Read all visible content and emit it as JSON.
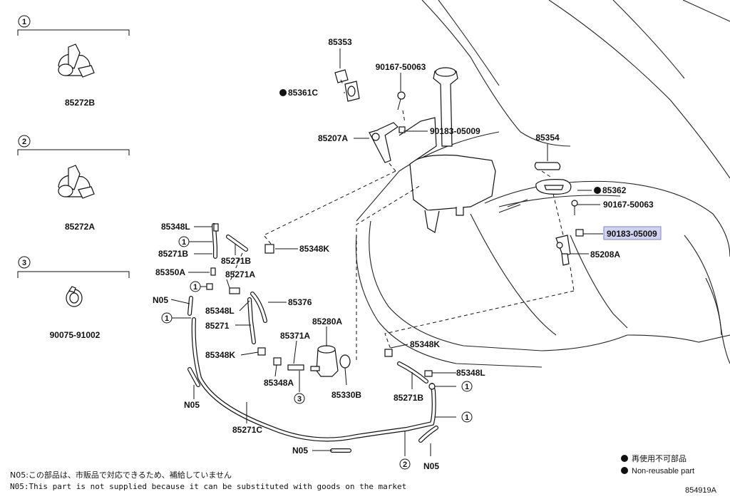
{
  "left_panel": {
    "groups": [
      {
        "index": "1",
        "part": "85272B"
      },
      {
        "index": "2",
        "part": "85272A"
      },
      {
        "index": "3",
        "part": "90075-91002"
      }
    ]
  },
  "labels": {
    "p85353": "85353",
    "p90167_top": "90167-50063",
    "p85361C": "85361C",
    "p90183_top": "90183-05009",
    "p85207A": "85207A",
    "p85354": "85354",
    "p85362": "85362",
    "p90167_right": "90167-50063",
    "p90183_right": "90183-05009",
    "p85208A": "85208A",
    "p85348L_1": "85348L",
    "p85271B_1": "85271B",
    "p85271B_2": "85271B",
    "p85348K_1": "85348K",
    "p85350A": "85350A",
    "p85271A": "85271A",
    "pN05_1": "N05",
    "p85348L_2": "85348L",
    "p85376": "85376",
    "p85271": "85271",
    "p85280A": "85280A",
    "p85371A": "85371A",
    "p85348K_2": "85348K",
    "p85348A": "85348A",
    "p85330B": "85330B",
    "p85348K_3": "85348K",
    "p85348L_3": "85348L",
    "p85271B_3": "85271B",
    "pN05_2": "N05",
    "p85271C": "85271C",
    "pN05_3": "N05",
    "pN05_4": "N05"
  },
  "circle_refs": {
    "c1_a": "1",
    "c1_b": "1",
    "c1_c": "1",
    "c3": "3",
    "c1_d": "1",
    "c1_e": "1",
    "c2": "2"
  },
  "legend": {
    "jp": "再使用不可部品",
    "en": "Non-reusable part"
  },
  "notes": {
    "jp": "N05:この部品は、市販品で対応できるため、補給していません",
    "en": "N05:This part is not supplied because it can be substituted with goods on the market"
  },
  "diagram_id": "854919A",
  "colors": {
    "highlight_fill": "#cfd3ee",
    "highlight_border": "#7f86c7",
    "ink": "#111111"
  }
}
